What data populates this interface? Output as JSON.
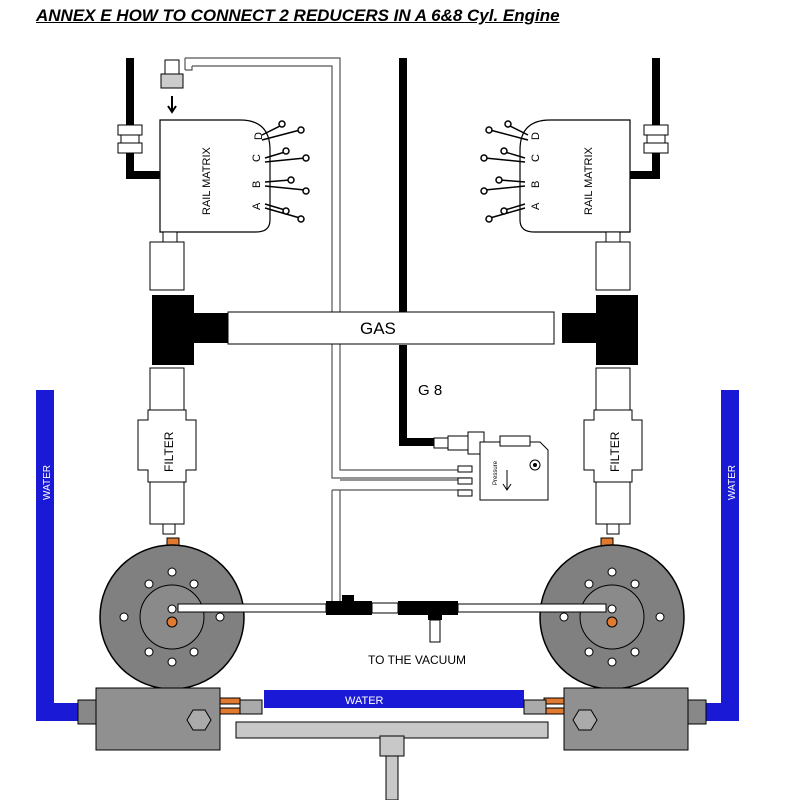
{
  "title": "ANNEX E HOW TO CONNECT 2 REDUCERS IN A 6&8 Cyl. Engine",
  "labels": {
    "rail_matrix": "RAIL MATRIX",
    "ports": [
      "A",
      "B",
      "C",
      "D"
    ],
    "gas": "GAS",
    "g8": "G 8",
    "filter": "FILTER",
    "water": "WATER",
    "to_vacuum": "TO THE VACUUM",
    "pressure": "Pressure"
  },
  "colors": {
    "water_hose": "#1a1ad6",
    "black_hose": "#000000",
    "reducer_body": "#808080",
    "valve_body": "#909090",
    "fitting_orange": "#e07a30",
    "component_fill": "#ffffff"
  }
}
